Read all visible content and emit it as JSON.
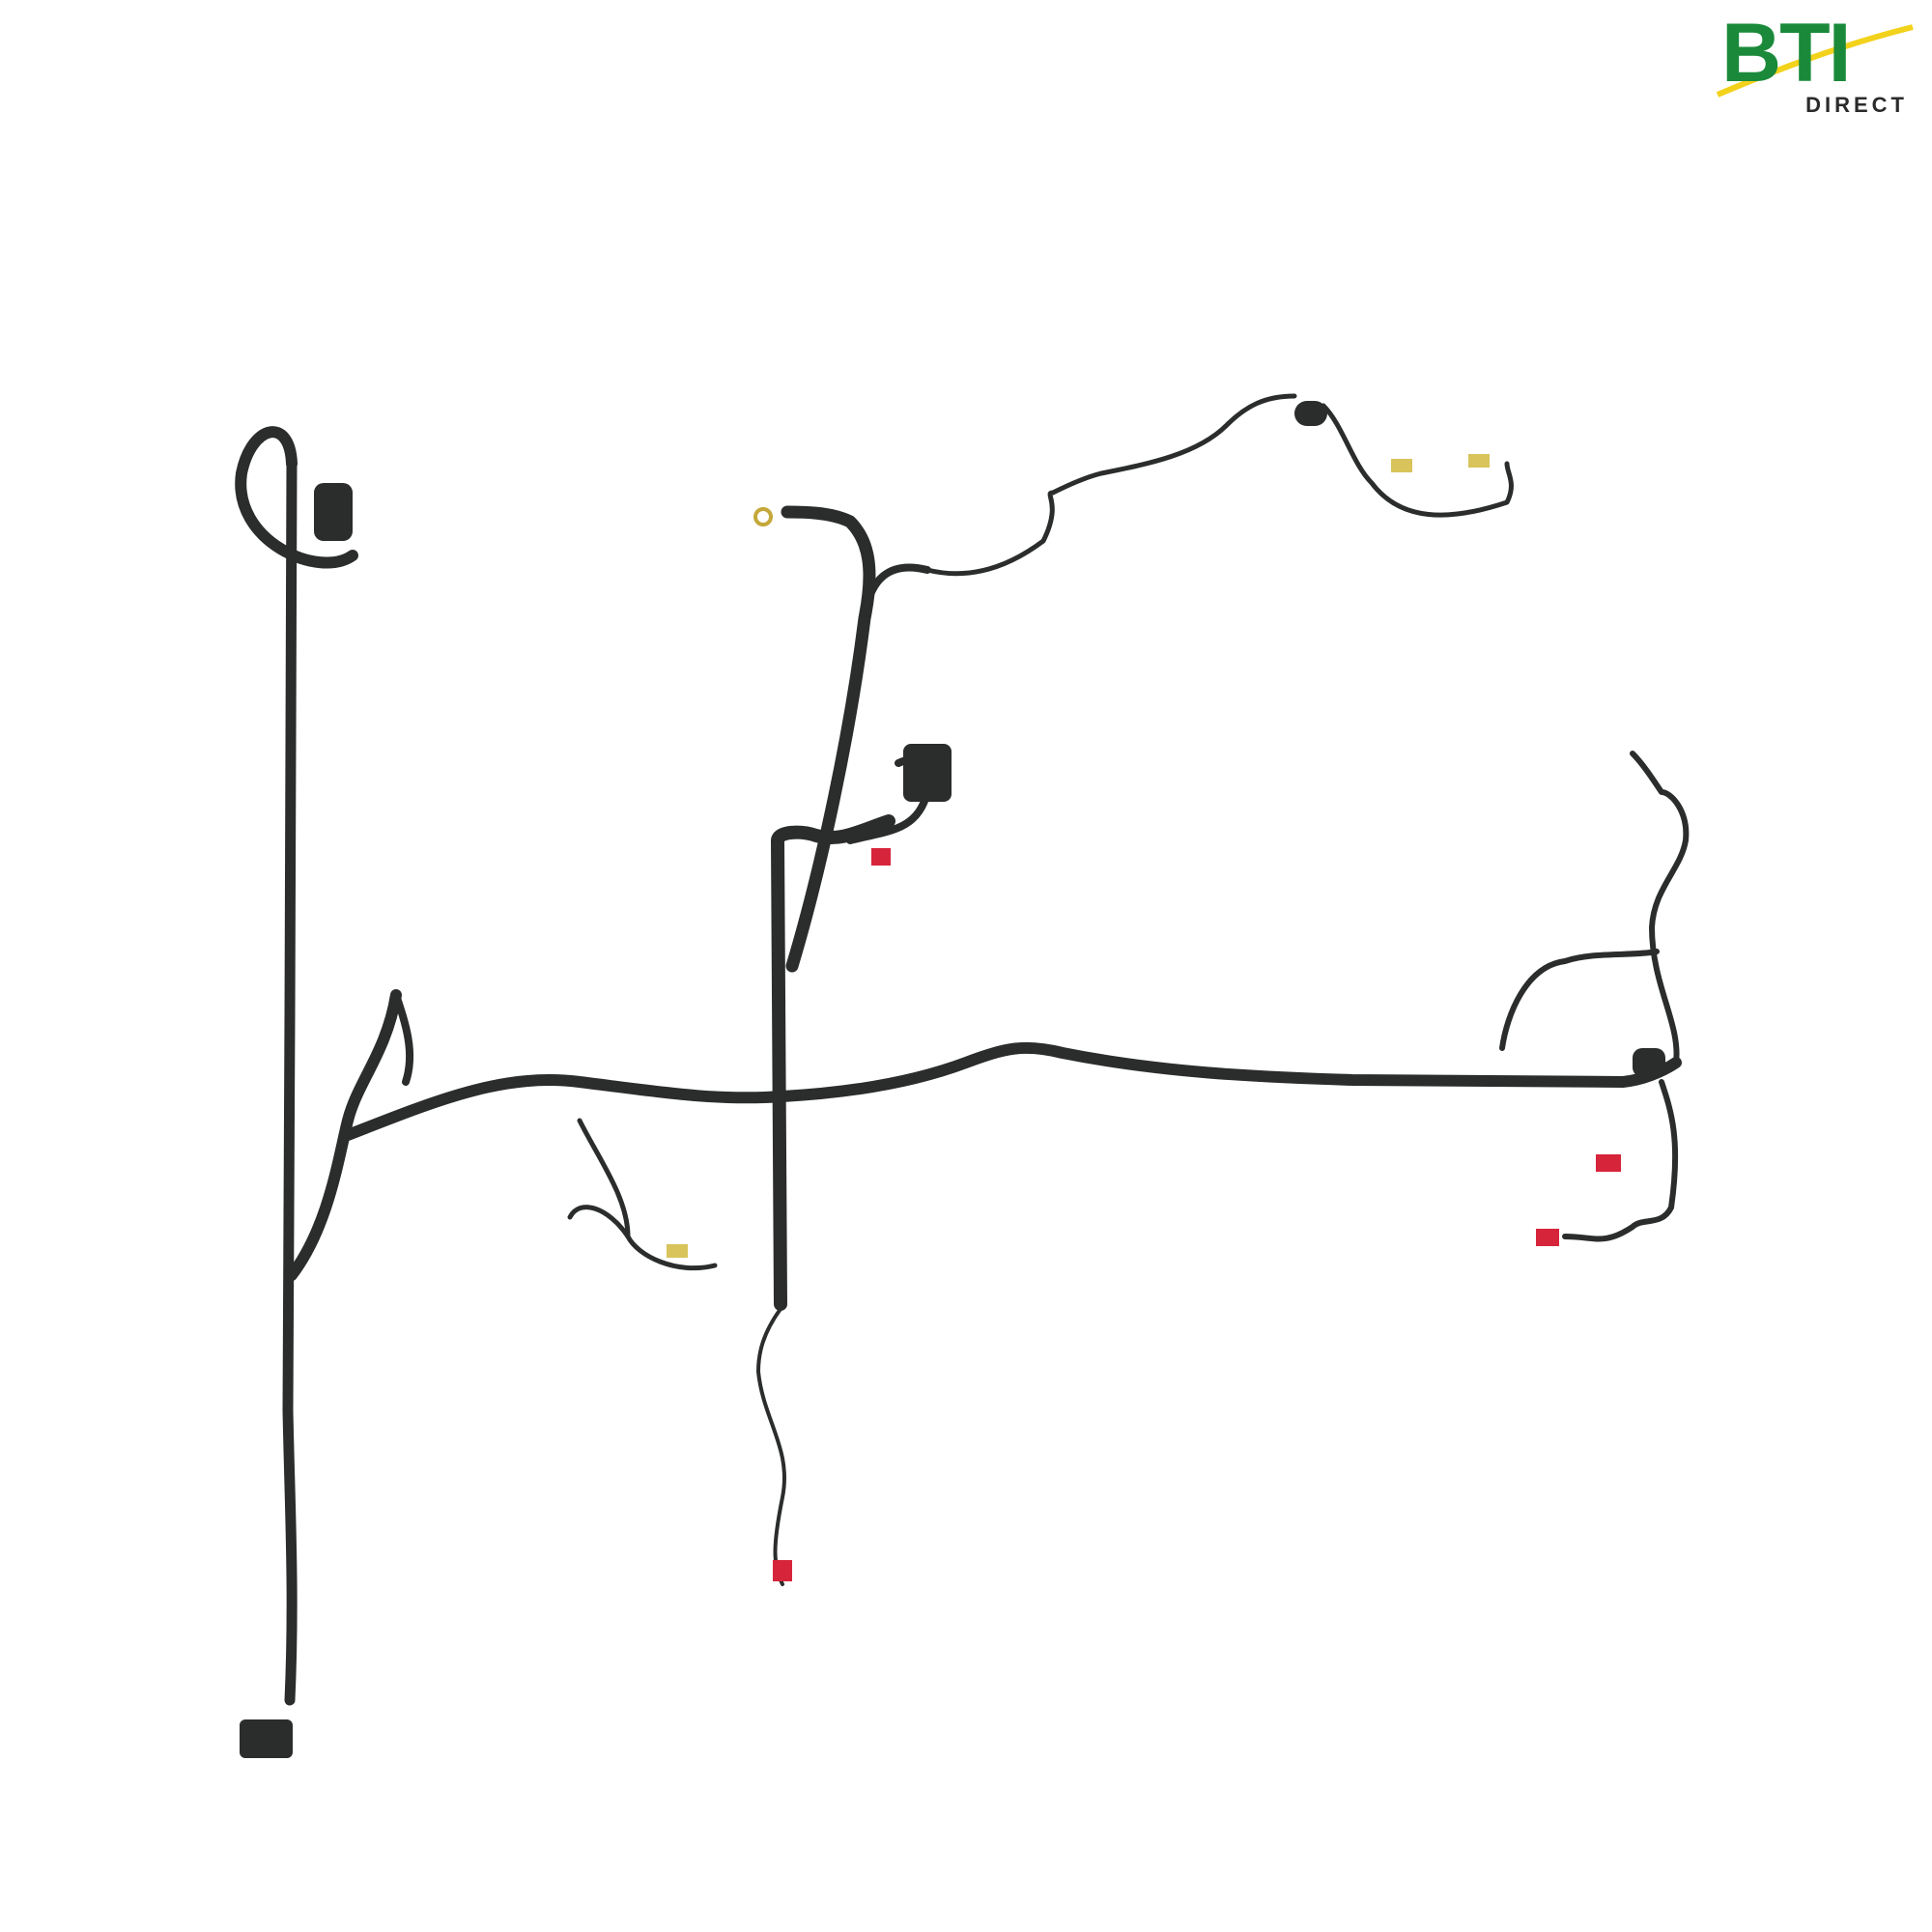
{
  "brand": {
    "name": "BTI",
    "subtitle": "DIRECT",
    "primary_color": "#1a8a3a",
    "accent_color": "#f2d21b",
    "text_color": "#2b2b2b"
  },
  "image": {
    "subject_icon": "wiring-harness-illustration",
    "cable_color": "#2a2d2b",
    "connector_red": "#d6243a",
    "connector_yellow": "#d8c45a",
    "background": "#ffffff"
  }
}
